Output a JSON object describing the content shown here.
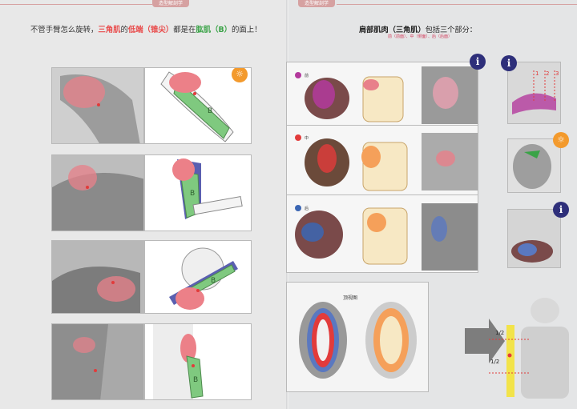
{
  "header": {
    "left_tab": "造型解剖学",
    "right_tab": "造型解剖学"
  },
  "left_heading": {
    "part1": "不管手臂怎么旋转，",
    "part2": "三角肌",
    "part3": "的",
    "part4": "低端（锥尖）",
    "part5": "都是在",
    "part6": "肱肌（B）",
    "part7": "的面上！"
  },
  "right_heading": {
    "title_bold": "肩部肌肉（三角肌）",
    "title_rest": "包括三个部分：",
    "subtitle": "前（前面）、中（侧面）、后（后面）"
  },
  "rows": [
    {
      "label": "前",
      "color": "#b3399c"
    },
    {
      "label": "中",
      "color": "#e23b3b"
    },
    {
      "label": "后",
      "color": "#3b66b3"
    }
  ],
  "side_labels": [
    "1",
    "2",
    "3"
  ],
  "diagram_title": "顶视图",
  "letter_b": "B",
  "half_labels": [
    "1/2",
    "1/2"
  ],
  "icons": {
    "info": "i",
    "bulb": "💡"
  },
  "colors": {
    "accent_red": "#e94b4b",
    "accent_green": "#3aa347",
    "info_blue": "#2e2f7a",
    "bulb_orange": "#f39a2d",
    "muscle_pink": "#e8808a"
  }
}
